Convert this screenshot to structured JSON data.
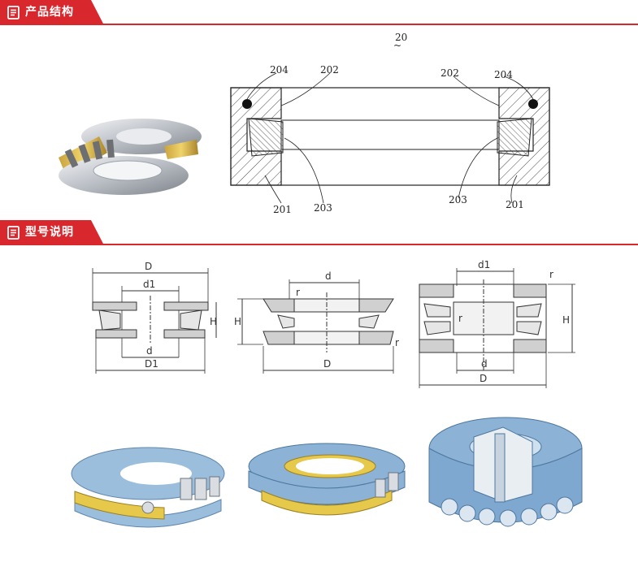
{
  "sections": [
    {
      "title": "产品结构",
      "icon": "document-icon"
    },
    {
      "title": "型号说明",
      "icon": "document-icon"
    }
  ],
  "structure_diagram": {
    "assembly_label": "20",
    "callouts": {
      "top_left_outer": "204",
      "top_left_inner": "202",
      "top_right_inner": "202",
      "top_right_outer": "204",
      "bottom_left_outer": "201",
      "bottom_left_inner": "203",
      "bottom_right_inner": "203",
      "bottom_right_outer": "201"
    }
  },
  "dimension_diagrams": {
    "left": {
      "top_outer": "D",
      "top_inner": "d1",
      "bottom_inner": "d",
      "bottom_outer": "D1",
      "height": "H"
    },
    "middle": {
      "top": "d",
      "radius_top": "r",
      "radius_bottom": "r",
      "height": "H",
      "bottom": "D"
    },
    "right": {
      "top": "d1",
      "radius": "r",
      "radius_inner": "r",
      "height": "H",
      "bottom_inner": "d",
      "bottom": "D"
    }
  },
  "colors": {
    "accent": "#d9272e",
    "bearing_blue": "#8eb4d6",
    "cage_yellow": "#e3c23c",
    "steel": "#c8ccd2"
  }
}
